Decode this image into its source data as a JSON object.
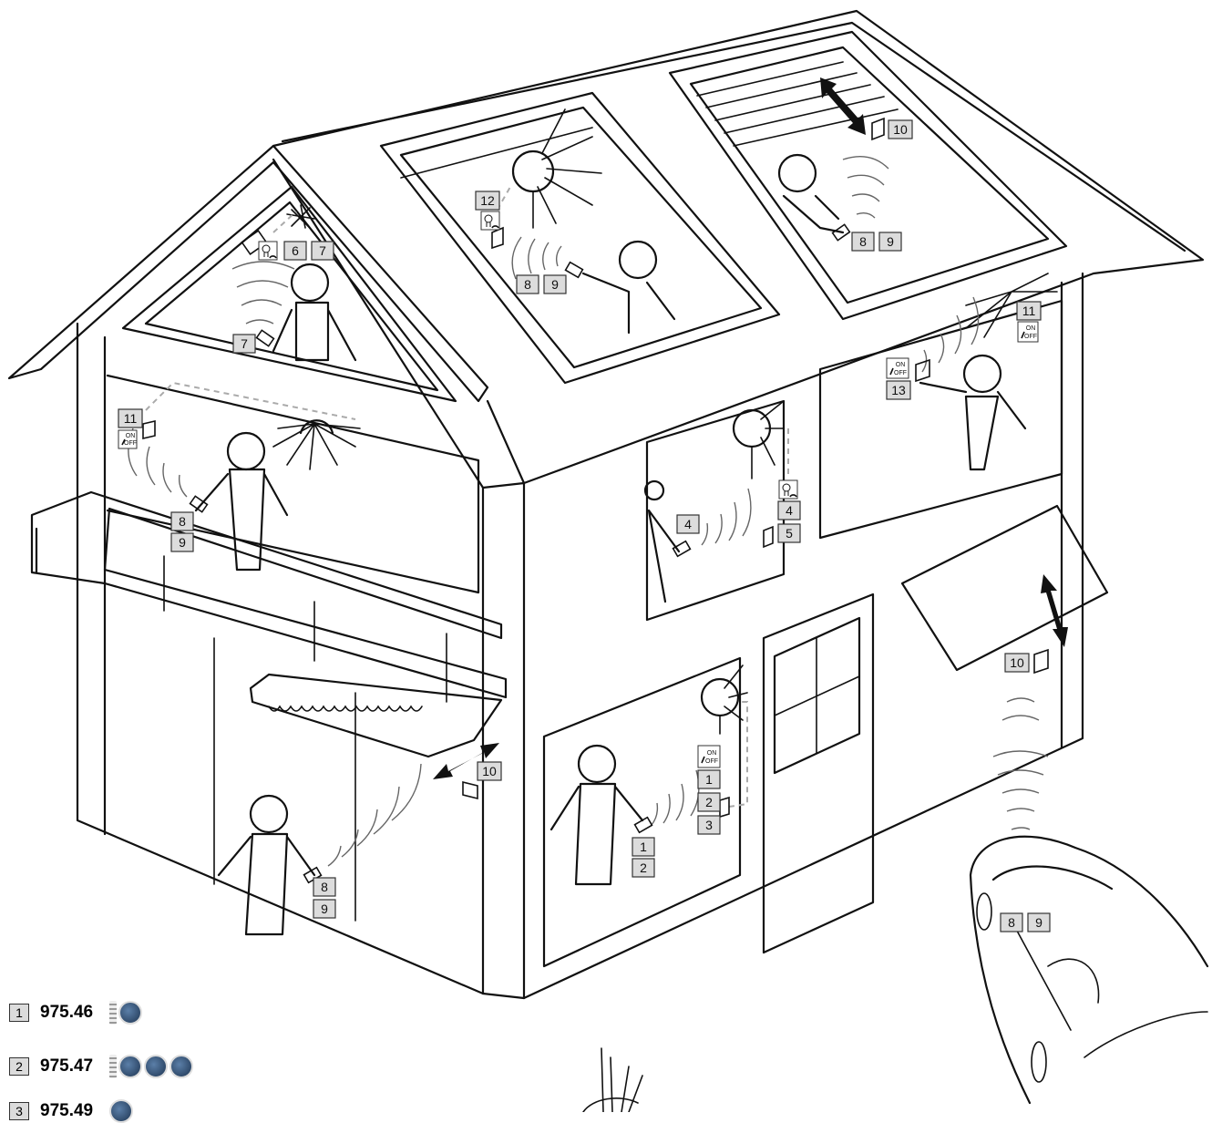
{
  "labels": {
    "attic_left": [
      "6",
      "7"
    ],
    "attic_left_remote": "7",
    "skylight_mid_lamp": "12",
    "skylight_mid_remote": [
      "8",
      "9"
    ],
    "skylight_right_shutter": "10",
    "skylight_right_remote": [
      "8",
      "9"
    ],
    "left_room_switch": "11",
    "left_room_remote": [
      "8",
      "9"
    ],
    "mid_room_remote": "4",
    "mid_room_receiver": [
      "4",
      "5"
    ],
    "right_room_switch_ceiling": "11",
    "right_room_switch": "13",
    "garage_door": "10",
    "awning": "10",
    "ground_left_remote": [
      "8",
      "9"
    ],
    "ground_mid_remote": [
      "1",
      "2"
    ],
    "ground_mid_switch": [
      "1",
      "2",
      "3"
    ],
    "car_remote": [
      "8",
      "9"
    ]
  },
  "switch_text": {
    "on": "ON",
    "off": "OFF"
  },
  "legend": [
    {
      "num": "1",
      "code": "975.46",
      "buttons": 1
    },
    {
      "num": "2",
      "code": "975.47",
      "buttons": 3
    },
    {
      "num": "3",
      "code": "975.49",
      "buttons": 1
    }
  ]
}
